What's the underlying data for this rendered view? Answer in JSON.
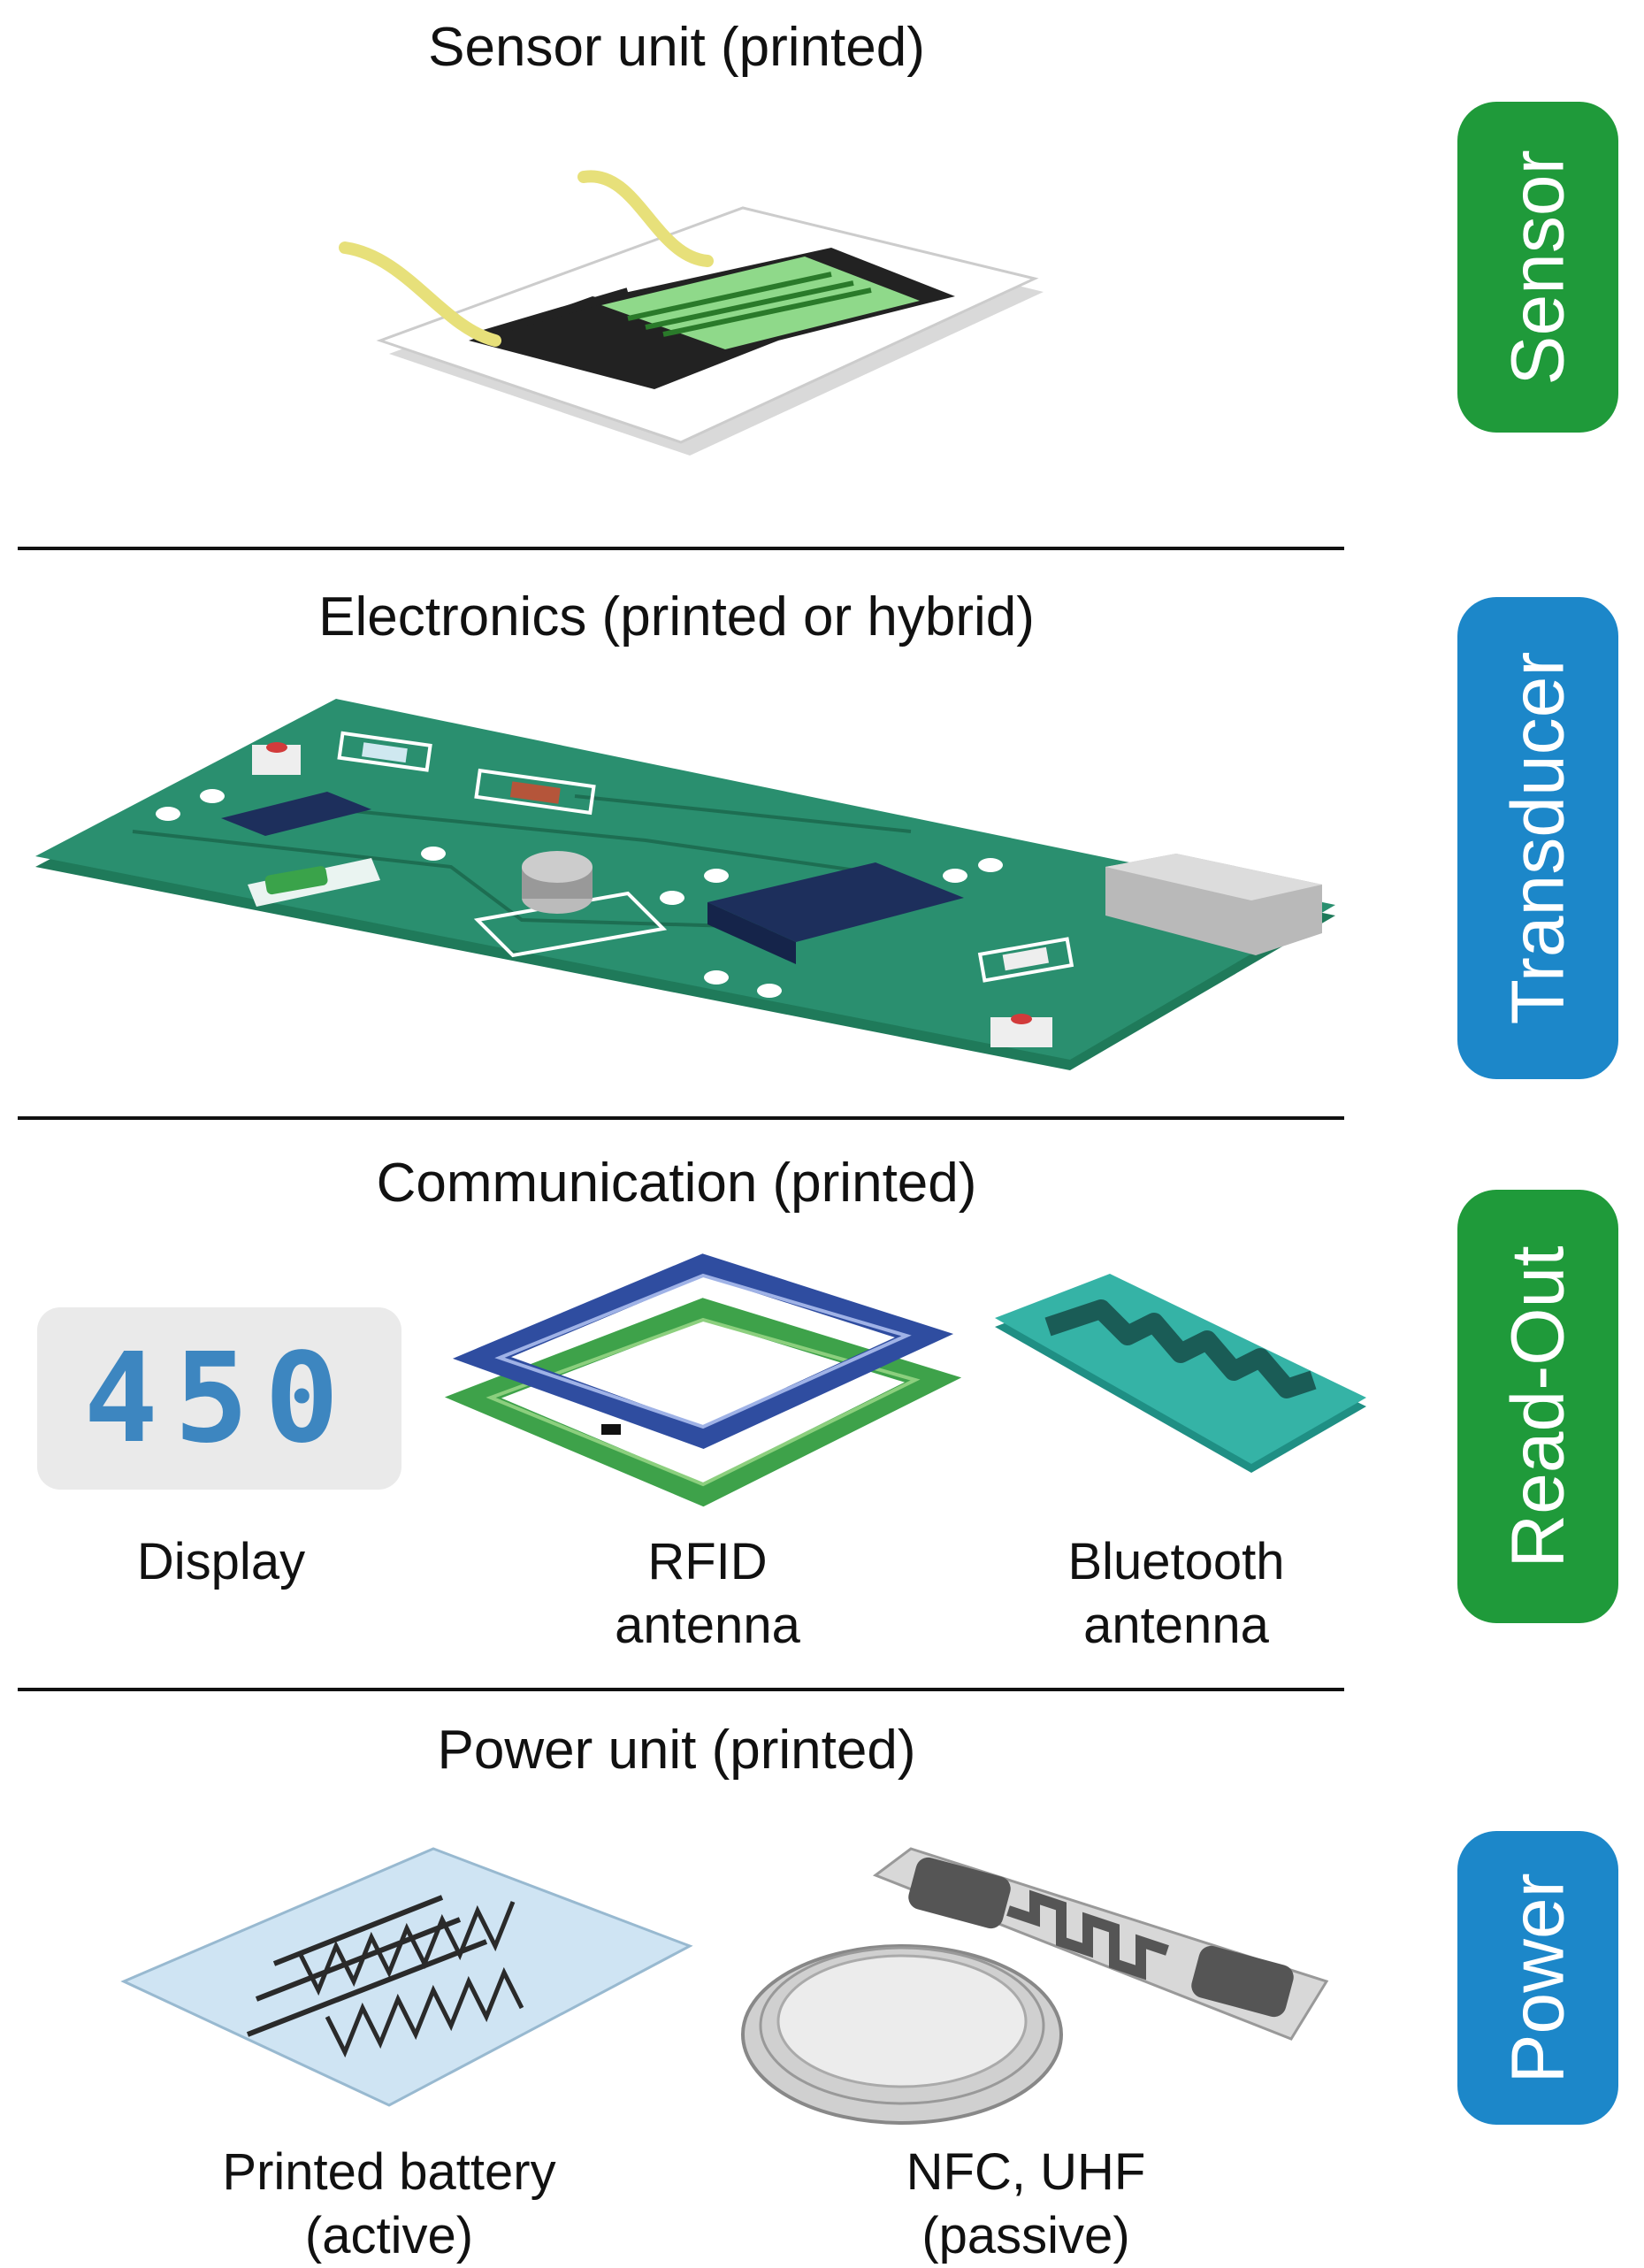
{
  "sections": {
    "sensor": {
      "heading": "Sensor unit (printed)",
      "label": "Sensor"
    },
    "electronics": {
      "heading": "Electronics (printed or hybrid)",
      "label": "Transducer"
    },
    "communication": {
      "heading": "Communication (printed)",
      "label": "Read-Out",
      "display_value": "450",
      "items": [
        {
          "line1": "Display",
          "line2": ""
        },
        {
          "line1": "RFID",
          "line2": "antenna"
        },
        {
          "line1": "Bluetooth",
          "line2": "antenna"
        }
      ]
    },
    "power": {
      "heading": "Power unit (printed)",
      "label": "Power",
      "items": [
        {
          "line1": "Printed battery",
          "line2": "(active)"
        },
        {
          "line1": "NFC, UHF",
          "line2": "(passive)"
        }
      ]
    }
  },
  "colors": {
    "green_label": "#1f9a3a",
    "blue_label": "#1c87c9",
    "pcb": "#2a8f6f"
  }
}
